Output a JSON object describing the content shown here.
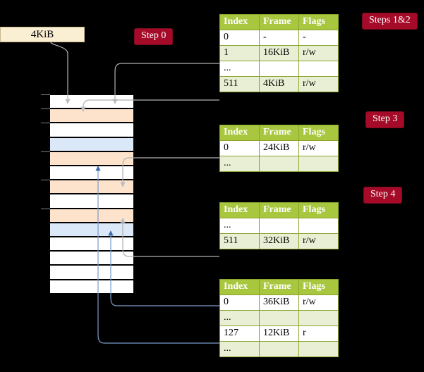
{
  "diagram": {
    "title_hidden": "",
    "source_box": {
      "label": "4KiB"
    },
    "badges": {
      "step0": "Step 0",
      "steps12": "Steps 1&2",
      "step3": "Step 3",
      "step4": "Step 4"
    },
    "colors": {
      "badge_bg": "#a50b28",
      "table_header_bg": "#a8c73e",
      "table_alt_row_bg": "#e9efd4",
      "highlight_cell_bg": "#fbf6a6",
      "source_box_bg": "#faeed3",
      "memory_peach": "#fde3cc",
      "memory_blue": "#dbe8f8",
      "wire_gray": "#b0b0b0",
      "wire_blue": "#7b9bc9",
      "arrow_blue": "#3d6aab",
      "arrow_gray": "#b8bcc4",
      "background": "#000000"
    },
    "memory_rows": [
      {
        "fill": "white"
      },
      {
        "fill": "peach"
      },
      {
        "fill": "white"
      },
      {
        "fill": "blue"
      },
      {
        "fill": "peach"
      },
      {
        "fill": "white"
      },
      {
        "fill": "peach"
      },
      {
        "fill": "white"
      },
      {
        "fill": "peach"
      },
      {
        "fill": "blue"
      },
      {
        "fill": "white"
      },
      {
        "fill": "white"
      },
      {
        "fill": "white"
      },
      {
        "fill": "white"
      }
    ],
    "tables": [
      {
        "name": "level4-table",
        "columns": [
          "Index",
          "Frame",
          "Flags"
        ],
        "rows": [
          {
            "index": "0",
            "frame": "-",
            "flags": "-",
            "alt": false,
            "highlight": false
          },
          {
            "index": "1",
            "frame": "16KiB",
            "flags": "r/w",
            "alt": true,
            "highlight": false
          },
          {
            "index": "...",
            "frame": "",
            "flags": "",
            "alt": false,
            "highlight": false
          },
          {
            "index": "511",
            "frame": "4KiB",
            "flags": "r/w",
            "alt": true,
            "highlight": true
          }
        ]
      },
      {
        "name": "level3-table",
        "columns": [
          "Index",
          "Frame",
          "Flags"
        ],
        "rows": [
          {
            "index": "0",
            "frame": "24KiB",
            "flags": "r/w",
            "alt": false,
            "highlight": false
          },
          {
            "index": "...",
            "frame": "",
            "flags": "",
            "alt": true,
            "highlight": false
          }
        ]
      },
      {
        "name": "level2-table",
        "columns": [
          "Index",
          "Frame",
          "Flags"
        ],
        "rows": [
          {
            "index": "...",
            "frame": "",
            "flags": "",
            "alt": false,
            "highlight": false
          },
          {
            "index": "511",
            "frame": "32KiB",
            "flags": "r/w",
            "alt": true,
            "highlight": false
          }
        ]
      },
      {
        "name": "level1-table",
        "columns": [
          "Index",
          "Frame",
          "Flags"
        ],
        "rows": [
          {
            "index": "0",
            "frame": "36KiB",
            "flags": "r/w",
            "alt": false,
            "highlight": false
          },
          {
            "index": "...",
            "frame": "",
            "flags": "",
            "alt": true,
            "highlight": false
          },
          {
            "index": "127",
            "frame": "12KiB",
            "flags": "r",
            "alt": false,
            "highlight": false
          },
          {
            "index": "...",
            "frame": "",
            "flags": "",
            "alt": true,
            "highlight": false
          }
        ]
      }
    ]
  }
}
